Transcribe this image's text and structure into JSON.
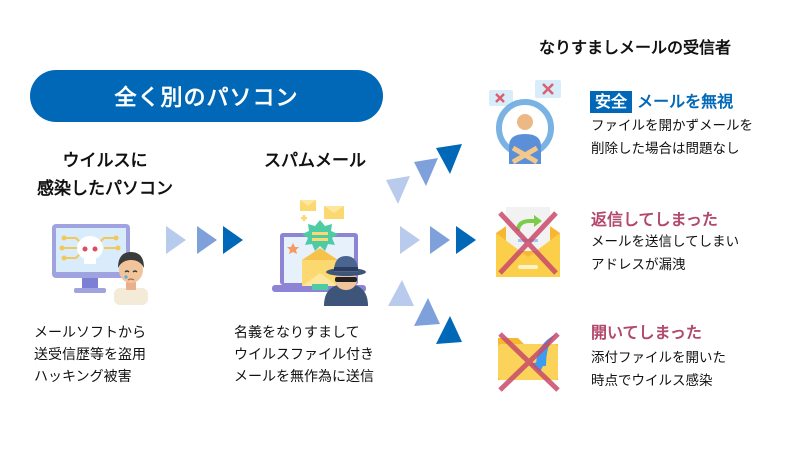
{
  "banner": {
    "label": "全く別のパソコン"
  },
  "left": {
    "title_lines": [
      "ウイルスに",
      "感染したパソコン"
    ],
    "icon": "infected-computer-icon",
    "desc_lines": [
      "メールソフトから",
      "送受信歴等を盗用",
      "ハッキング被害"
    ]
  },
  "middle": {
    "title": "スパムメール",
    "icon": "spam-mail-spy-icon",
    "desc_lines": [
      "名義をなりすまして",
      "ウイルスファイル付き",
      "メールを無作為に送信"
    ]
  },
  "right": {
    "title": "なりすましメールの受信者",
    "items": [
      {
        "tag": "安全",
        "heading": "メールを無視",
        "icon": "person-ignoring-mail-icon",
        "desc_lines": [
          "ファイルを開かずメールを",
          "削除した場合は問題なし"
        ]
      },
      {
        "heading": "返信してしまった",
        "icon": "reply-mail-crossed-icon",
        "desc_lines": [
          "メールを送信してしまい",
          "アドレスが漏洩"
        ]
      },
      {
        "heading": "開いてしまった",
        "icon": "open-attachment-crossed-icon",
        "desc_lines": [
          "添付ファイルを開いた",
          "時点でウイルス感染"
        ]
      }
    ]
  },
  "colors": {
    "brand_blue": "#0068b7",
    "arrow_light": "#b9cbec",
    "arrow_mid": "#7ea1dc",
    "arrow_dark": "#0068b7",
    "danger": "#b2486b"
  }
}
